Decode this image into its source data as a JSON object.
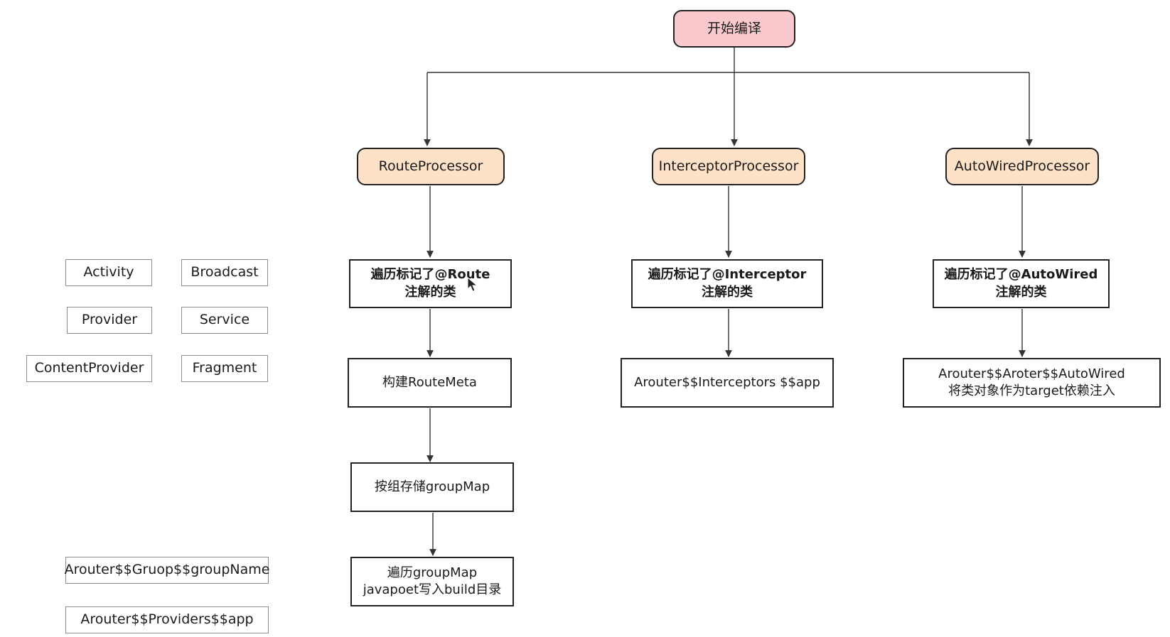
{
  "root": {
    "label": "开始编译"
  },
  "processors": [
    {
      "label": "RouteProcessor"
    },
    {
      "label": "InterceptorProcessor"
    },
    {
      "label": "AutoWiredProcessor"
    }
  ],
  "route_steps": [
    {
      "line1": "遍历标记了@Route",
      "line2": "注解的类"
    },
    {
      "line1": "构建RouteMeta"
    },
    {
      "line1": "按组存储groupMap"
    },
    {
      "line1": "遍历groupMap",
      "line2": "javapoet写入build目录"
    }
  ],
  "interceptor_steps": [
    {
      "line1": "遍历标记了@Interceptor",
      "line2": "注解的类"
    },
    {
      "line1": "Arouter$$Interceptors $$app"
    }
  ],
  "autowired_steps": [
    {
      "line1": "遍历标记了@AutoWired",
      "line2": "注解的类"
    },
    {
      "line1": "Arouter$$Aroter$$AutoWired",
      "line2": "将类对象作为target依赖注入"
    }
  ],
  "legend_types": [
    "Activity",
    "Broadcast",
    "Provider",
    "Service",
    "ContentProvider",
    "Fragment"
  ],
  "legend_outputs": [
    "Arouter$$Gruop$$groupName",
    "Arouter$$Providers$$app"
  ]
}
